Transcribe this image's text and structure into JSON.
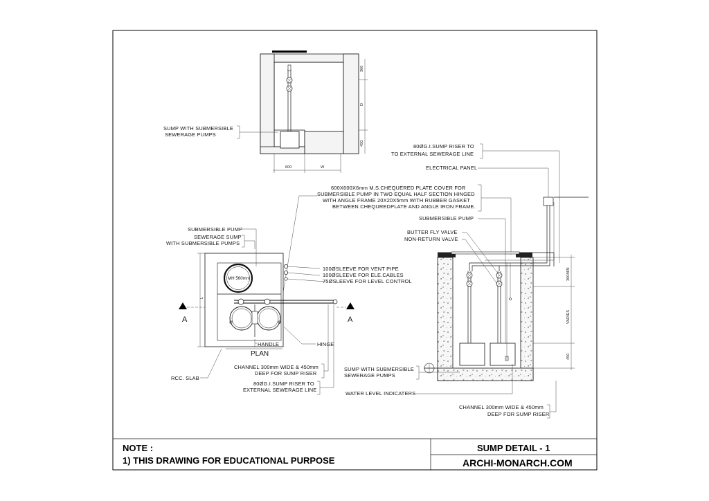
{
  "top_section": {
    "label_sump": [
      "SUMP WITH SUBMERSIBLE",
      "SEWERAGE PUMPS"
    ],
    "dim_width_600": "600",
    "dim_width_w": "W",
    "dim_top_300": "300",
    "dim_depth_d": "D",
    "dim_450": "450"
  },
  "plate_cover": {
    "lines": [
      "600X600X6mm M.S.CHEQUERED PLATE COVER FOR",
      "SUBMERSIBLE PUMP IN TWO EQUAL HALF SECTION HINGED",
      "WITH ANGLE FRAME 20X20X5mm WITH RUBBER GASKET",
      "BETWEEN CHEQUREDPLATE AND ANGLE IRON FRAME."
    ]
  },
  "plan": {
    "label_submersible_pump": "SUBMERSIBLE PUMP",
    "label_sewerage_sump": [
      "SEWERAGE SUMP",
      "WITH SUBMERSIBLE PUMPS"
    ],
    "manhole": "MH 560mm",
    "sleeves": [
      "100ØSLEEVE FOR VENT PIPE",
      "100ØSLEEVE FOR ELE.CABLES",
      "75ØSLEEVE FOR LEVEL CONTROL"
    ],
    "section_marker": "A",
    "dim_l": "L",
    "handle": "HANDLE",
    "hinge": "HINGE",
    "title": "PLAN",
    "rcc": "RCC. SLAB",
    "channel": [
      "CHANNEL 300mm WIDE & 450mm",
      "DEEP FOR SUMP RISER"
    ],
    "riser": [
      "80ØG.I.SUMP RISER TO",
      "EXTERNAL SEWERAGE LINE"
    ]
  },
  "section": {
    "riser": [
      "80ØG.I.SUMP RISER TO",
      "TO EXTERNAL SEWERAGE LINE"
    ],
    "electrical_panel": "ELECTRICAL PANEL",
    "submersible_pump": "SUBMERSIBLE PUMP",
    "valves": [
      "BUTTER FLY VALVE",
      "NON-RETURN VALVE"
    ],
    "sump_label": [
      "SUMP WITH SUBMERSIBLE",
      "SEWERAGE PUMPS"
    ],
    "water_level": "WATER LEVEL INDICATERS",
    "dim_300min": "300MIN",
    "dim_varies": "VARIES",
    "dim_450": "450",
    "channel": [
      "CHANNEL 300mm WIDE & 450mm",
      "DEEP FOR SUMP RISER"
    ]
  },
  "footer": {
    "note_title": "NOTE :",
    "note_text": "1) THIS DRAWING FOR EDUCATIONAL PURPOSE",
    "drawing_title": "SUMP DETAIL - 1",
    "site": "ARCHI-MONARCH.COM"
  }
}
